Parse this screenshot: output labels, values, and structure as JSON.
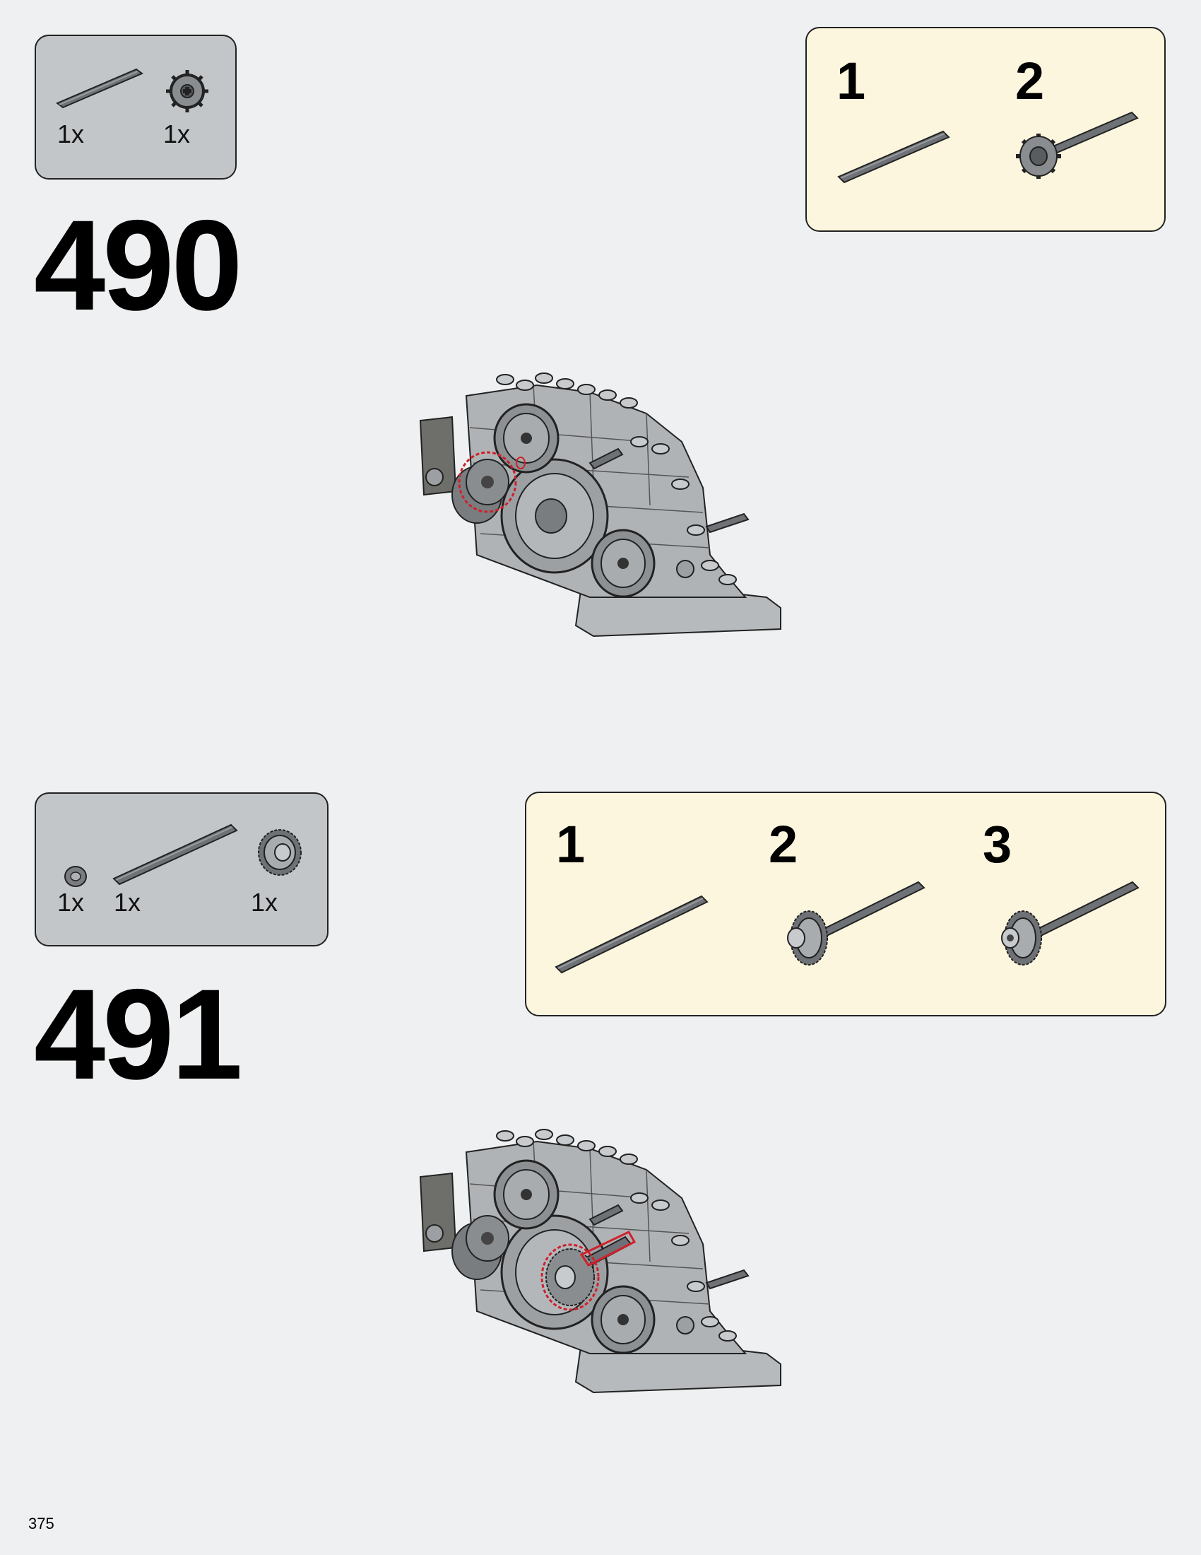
{
  "page_number": "375",
  "steps": [
    {
      "number": "490",
      "parts": [
        {
          "qty": "1x",
          "icon": "axle-icon"
        },
        {
          "qty": "1x",
          "icon": "gear-16-tooth-icon"
        }
      ],
      "substeps": [
        "1",
        "2"
      ]
    },
    {
      "number": "491",
      "parts": [
        {
          "qty": "1x",
          "icon": "bush-icon"
        },
        {
          "qty": "1x",
          "icon": "long-axle-icon"
        },
        {
          "qty": "1x",
          "icon": "bevel-gear-icon"
        }
      ],
      "substeps": [
        "1",
        "2",
        "3"
      ]
    }
  ],
  "colors": {
    "background": "#eef0f2",
    "parts_box": "#c3c6c9",
    "subassembly_box": "#fdf6de",
    "highlight": "#d0202a",
    "brick": "#a9acaf"
  }
}
